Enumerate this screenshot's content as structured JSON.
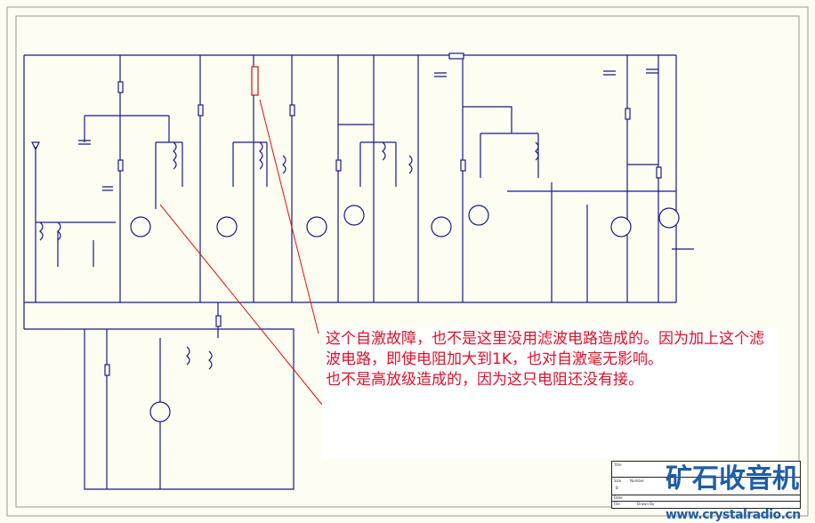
{
  "annotation": {
    "line1": "这个自激故障，也不是这里没用滤波电路造成的。因为加上这个滤波电路，即使电阻加大到1K，也对自激毫无影响。",
    "line2": "也不是高放级造成的，因为这只电阻还没有接。"
  },
  "title_block": {
    "title_label": "Title",
    "size_label": "Size",
    "size_value": "B",
    "number_label": "Number",
    "date_label": "Date",
    "file_label": "File",
    "drawn_label": "Drawn By"
  },
  "watermark": {
    "logo_text": "矿石收音机",
    "url": "www.crystalradio.cn"
  },
  "colors": {
    "wire": "#1a1a8c",
    "annotation": "#e0102a",
    "background": "#fdfdf2",
    "brand": "#1f5da6"
  }
}
